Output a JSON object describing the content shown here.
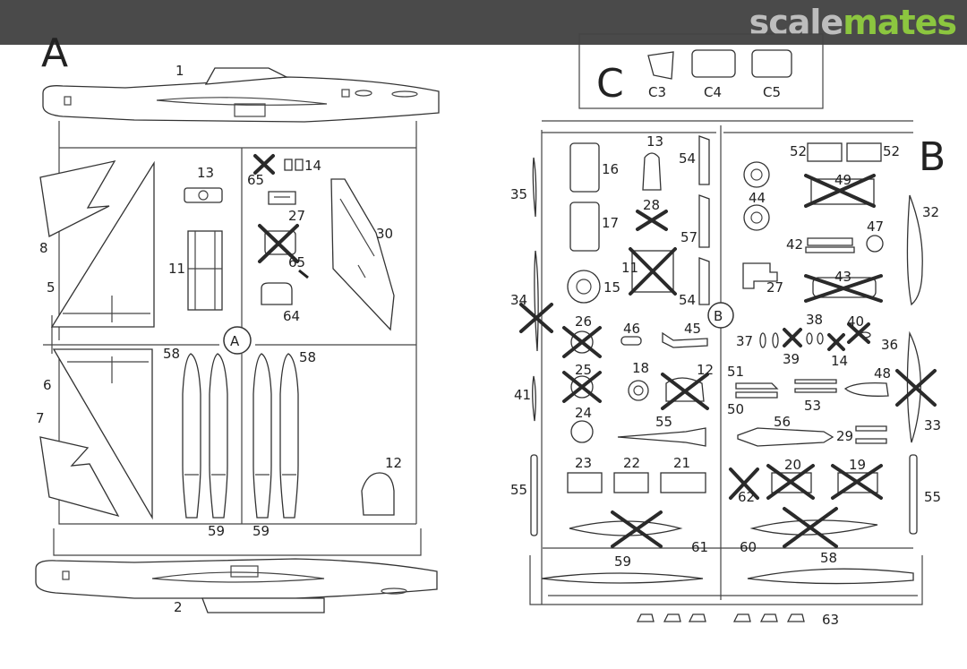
{
  "watermark": {
    "part_a": "scale",
    "part_b": "mates",
    "color_a": "#bdbdbd",
    "color_b": "#8cc63f",
    "bar_color": "#4a4a4a"
  },
  "sprues": {
    "a": "A",
    "b": "B",
    "c": "C",
    "a_hub": "A",
    "b_hub": "B"
  },
  "parts_a": {
    "p1": "1",
    "p2": "2",
    "p5": "5",
    "p6": "6",
    "p7": "7",
    "p8": "8",
    "p11": "11",
    "p12": "12",
    "p13": "13",
    "p14": "14",
    "p27": "27",
    "p30": "30",
    "p58_left": "58",
    "p58_right": "58",
    "p59_left": "59",
    "p59_right": "59",
    "p64": "64",
    "p65_top": "65",
    "p65_mid": "65"
  },
  "parts_c": {
    "c3": "C3",
    "c4": "C4",
    "c5": "C5"
  },
  "parts_b": {
    "p11": "11",
    "p12": "12",
    "p13": "13",
    "p14": "14",
    "p15": "15",
    "p16": "16",
    "p17": "17",
    "p18": "18",
    "p19": "19",
    "p20": "20",
    "p21": "21",
    "p22": "22",
    "p23": "23",
    "p24": "24",
    "p25": "25",
    "p26": "26",
    "p27": "27",
    "p28": "28",
    "p29": "29",
    "p32": "32",
    "p33": "33",
    "p34": "34",
    "p35": "35",
    "p36": "36",
    "p37": "37",
    "p38": "38",
    "p39": "39",
    "p40": "40",
    "p41": "41",
    "p42": "42",
    "p43": "43",
    "p44": "44",
    "p45": "45",
    "p46": "46",
    "p47": "47",
    "p48": "48",
    "p49": "49",
    "p50": "50",
    "p51": "51",
    "p52_left": "52",
    "p52_right": "52",
    "p53": "53",
    "p54_top": "54",
    "p54_bot": "54",
    "p55_left": "55",
    "p55_right": "55",
    "p55_mid": "55",
    "p56": "56",
    "p57": "57",
    "p58": "58",
    "p59": "59",
    "p60": "60",
    "p61": "61",
    "p62": "62",
    "p63": "63"
  }
}
